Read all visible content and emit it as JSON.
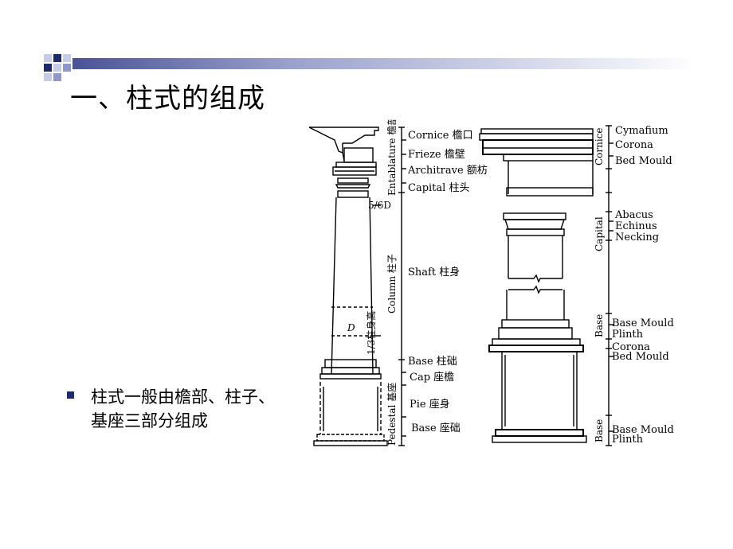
{
  "slide": {
    "title": "一、柱式的组成",
    "bullet": "柱式一般由檐部、柱子、基座三部分组成"
  },
  "diagram_left": {
    "vertical_labels": {
      "entablature": "Entablature 檐部",
      "column": "Column 柱子",
      "pedestal": "Pedestal 基座"
    },
    "dimension_labels": {
      "upper_diameter": "5/6D",
      "diameter": "D",
      "lower_third": "1/3柱身高"
    },
    "parts": [
      {
        "name": "cornice",
        "label": "Cornice 檐口"
      },
      {
        "name": "frieze",
        "label": "Frieze 檐壁"
      },
      {
        "name": "architrave",
        "label": "Architrave 额枋"
      },
      {
        "name": "capital",
        "label": "Capital  柱头"
      },
      {
        "name": "shaft",
        "label": "Shaft  柱身"
      },
      {
        "name": "base",
        "label": "Base     柱础"
      },
      {
        "name": "cap",
        "label": "Cap     座檐"
      },
      {
        "name": "pie",
        "label": "Pie       座身"
      },
      {
        "name": "pedestal-base",
        "label": "Base    座础"
      }
    ]
  },
  "diagram_right": {
    "vertical_labels": {
      "cornice": "Cornice",
      "capital": "Capital",
      "base_upper": "Base",
      "base_lower": "Base"
    },
    "parts": [
      {
        "name": "cymafium",
        "label": "Cymafium"
      },
      {
        "name": "corona",
        "label": "Corona"
      },
      {
        "name": "bed-mould",
        "label": "Bed Mould"
      },
      {
        "name": "abacus",
        "label": "Abacus"
      },
      {
        "name": "echinus",
        "label": "Echinus"
      },
      {
        "name": "necking",
        "label": "Necking"
      },
      {
        "name": "base-mould",
        "label": "Base Mould"
      },
      {
        "name": "plinth",
        "label": "Plinth"
      },
      {
        "name": "pedestal-corona",
        "label": "Corona"
      },
      {
        "name": "pedestal-bed-mould",
        "label": "Bed Mould"
      },
      {
        "name": "pedestal-base-mould",
        "label": "Base Mould"
      },
      {
        "name": "pedestal-plinth",
        "label": "Plinth"
      }
    ]
  },
  "colors": {
    "accent": "#1f2a6b",
    "deco_light": "#a9b0d4",
    "deco_mid": "#6b75b8"
  }
}
